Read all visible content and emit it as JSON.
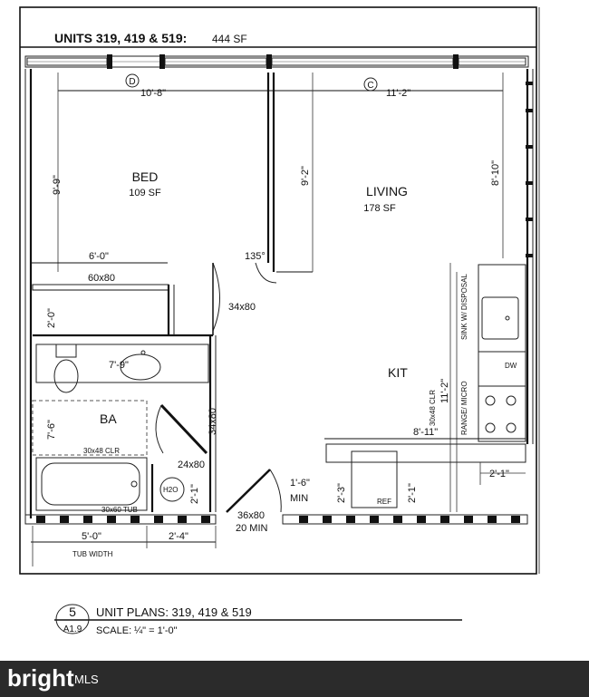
{
  "header": {
    "title": "UNITS 319, 419 & 519:",
    "area": "444 SF"
  },
  "grid": {
    "left_marker": "D",
    "right_marker": "C"
  },
  "rooms": {
    "bed": {
      "name": "BED",
      "area": "109 SF"
    },
    "living": {
      "name": "LIVING",
      "area": "178 SF"
    },
    "kit": {
      "name": "KIT"
    },
    "ba": {
      "name": "BA"
    }
  },
  "dims": {
    "bed_width": "10'-8\"",
    "living_width": "11'-2\"",
    "bed_height": "9'-9\"",
    "wall_height": "9'-2\"",
    "living_height": "8'-10\"",
    "closet_width": "6'-0\"",
    "closet_door": "60x80",
    "closet_depth": "2'-0\"",
    "bath_counter": "7'-9\"",
    "bed_door": "34x80",
    "angle": "135°",
    "bath_door": "34x80",
    "bath_height": "7'-6\"",
    "tub_clr": "30x48 CLR",
    "wh_door": "24x80",
    "wh_depth": "2'-1\"",
    "tub_small": "30x60 TUB",
    "entry_door": "36x80",
    "entry_min": "20 MIN",
    "tub_width": "5'-0\"",
    "tub_width_label": "TUB WIDTH",
    "wh_width": "2'-4\"",
    "kit_width": "8'-11\"",
    "kit_depth": "11'-2\"",
    "kit_clr": "30x48 CLR",
    "ref_depth": "2'-3\"",
    "ref_width": "2'-1\"",
    "counter_ext": "2'-1\"",
    "min_dim": "1'-6\"",
    "min_label": "MIN"
  },
  "labels": {
    "sink": "SINK W/ DISPOSAL",
    "dw": "DW",
    "range": "RANGE/ MICRO",
    "ref": "REF",
    "h2o": "H2O"
  },
  "title_block": {
    "number": "5",
    "sheet": "A1.9",
    "title": "UNIT PLANS: 319, 419 & 519",
    "scale_label": "SCALE:",
    "scale": "¼\" = 1'-0\""
  },
  "branding": {
    "logo": "bright",
    "suffix": "MLS"
  }
}
